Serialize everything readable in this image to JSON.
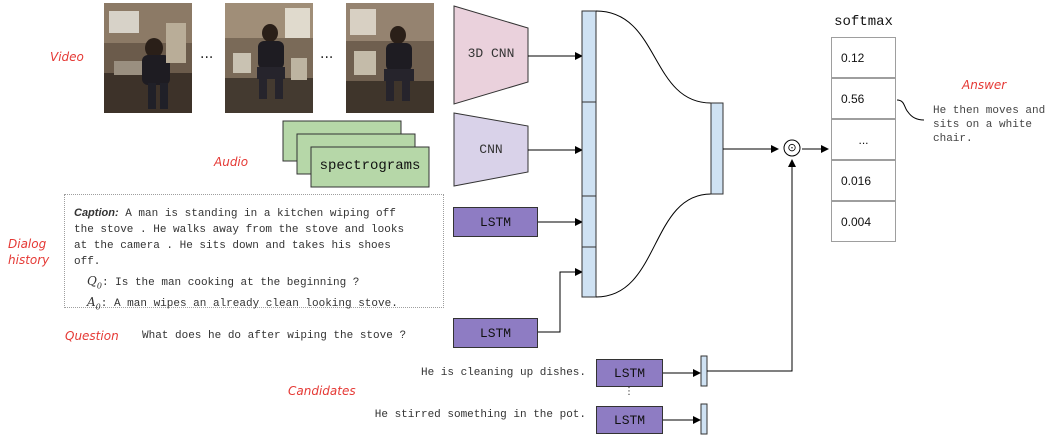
{
  "labels": {
    "video": "Video",
    "audio": "Audio",
    "dialog_history": "Dialog history",
    "question": "Question",
    "candidates": "Candidates",
    "answer": "Answer"
  },
  "video": {
    "frame_alts": [
      "kitchen frame 1",
      "kitchen frame 2",
      "kitchen frame 3"
    ],
    "ellipsis": "..."
  },
  "encoders": {
    "cnn3d": "3D CNN",
    "cnn": "CNN",
    "spectrograms": "spectrograms",
    "lstm": "LSTM"
  },
  "dialog": {
    "caption_label": "Caption:",
    "caption_lines": [
      "A man is standing in a kitchen wiping off",
      "the stove . He walks away from the stove and looks",
      "at the camera . He sits down and takes his shoes",
      "off."
    ],
    "q_label": "Q",
    "a_label": "A",
    "sub": "0",
    "q_text": ": Is the man cooking at the beginning ?",
    "a_text": ": A man wipes an already clean looking stove."
  },
  "question_text": "What does he do after wiping the stove ?",
  "candidates": {
    "items": [
      "He is cleaning up dishes.",
      "He stirred something in the pot."
    ],
    "vertical_ellipsis": "⋮"
  },
  "fusion": {
    "symbol": "⊙"
  },
  "softmax": {
    "title": "softmax",
    "cells": [
      "0.12",
      "0.56",
      "...",
      "0.016",
      "0.004"
    ]
  },
  "answer_text_lines": [
    "He then moves and",
    "sits on a white",
    "chair."
  ],
  "colors": {
    "cnn3d_fill": "#ead1dc",
    "cnn_fill": "#d9d2e9",
    "spectrogram_fill": "#b6d7a8",
    "lstm_fill": "#8e7cc3",
    "feature_bar_fill": "#cfe2f3",
    "label_red": "#e53935"
  }
}
